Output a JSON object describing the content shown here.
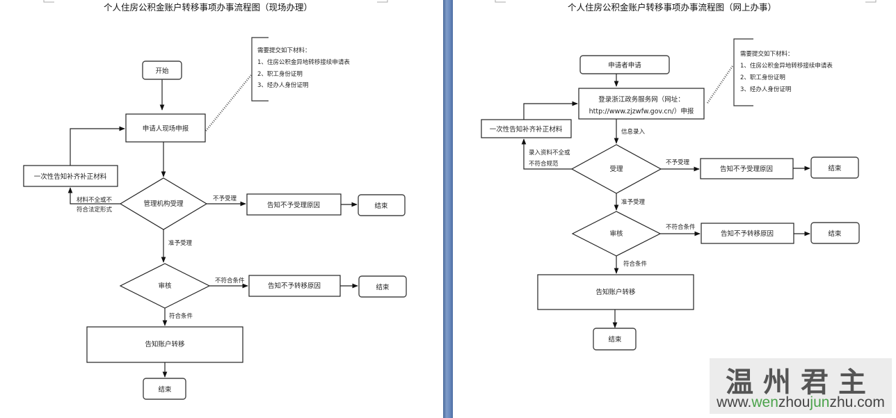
{
  "left_chart": {
    "title": "个人住房公积金账户转移事项办事流程图（现场办理）",
    "nodes": {
      "start": "开始",
      "apply": "申请人现场申报",
      "supplement": "一次性告知补齐补正材料",
      "accept": "管理机构受理",
      "reject_notice": "告知不予受理原因",
      "reject_end": "结束",
      "review": "审核",
      "deny_notice": "告知不予转移原因",
      "deny_end": "结束",
      "notify": "告知账户转移",
      "end": "结束"
    },
    "edges": {
      "incomplete_line1": "材料不全或不",
      "incomplete_line2": "符合法定形式",
      "not_accepted": "不予受理",
      "accepted": "准予受理",
      "not_qualified": "不符合条件",
      "qualified": "符合条件"
    },
    "note": {
      "heading": "需要提交如下材料：",
      "items": [
        "1、住房公积金异地转移接续申请表",
        "2、职工身份证明",
        "3、经办人身份证明"
      ]
    }
  },
  "right_chart": {
    "title": "个人住房公积金账户转移事项办事流程图（网上办事）",
    "nodes": {
      "start": "申请者申请",
      "login_line1": "登录浙江政务服务网（网址：",
      "login_line2": "http://www.zjzwfw.gov.cn/）申报",
      "supplement": "一次性告知补齐补正材料",
      "accept": "受理",
      "reject_notice": "告知不予受理原因",
      "reject_end": "结束",
      "review": "审核",
      "deny_notice": "告知不予转移原因",
      "deny_end": "结束",
      "notify": "告知账户转移",
      "end": "结束"
    },
    "edges": {
      "info_entry": "信息录入",
      "incomplete_line1": "录入资料不全或",
      "incomplete_line2": "不符合规范",
      "not_accepted": "不予受理",
      "accepted": "准予受理",
      "not_qualified": "不符合条件",
      "qualified": "符合条件"
    },
    "note": {
      "heading": "需要提交如下材料：",
      "items": [
        "1、住房公积金异地转移接续申请表",
        "2、职工身份证明",
        "3、经办人身份证明"
      ]
    }
  },
  "watermark": {
    "cn": "温州君主",
    "url_parts": [
      "www.",
      "wen",
      "zhou",
      "jun",
      "zhu.com"
    ],
    "accent_color": "#4aa24a"
  }
}
